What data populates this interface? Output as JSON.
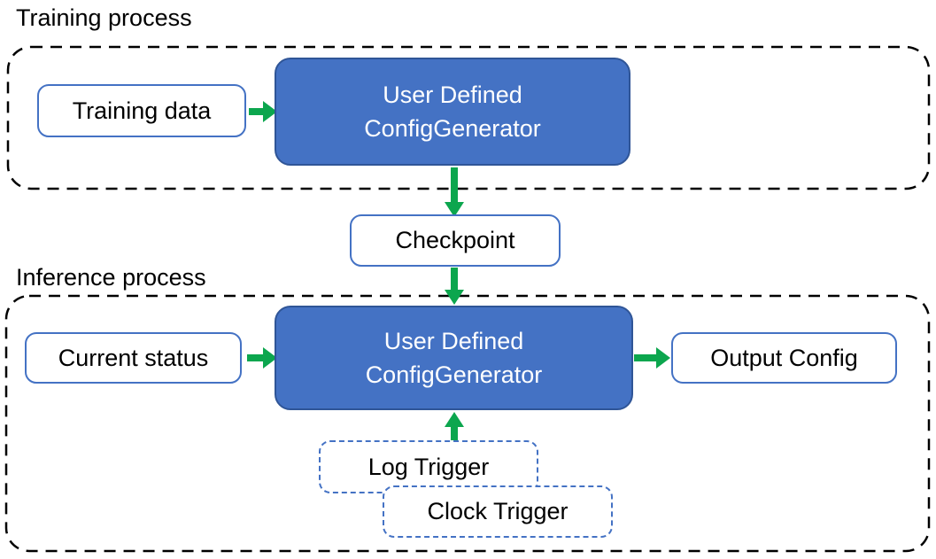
{
  "colors": {
    "generator_fill": "#4472C4",
    "generator_border": "#2F5597",
    "small_box_border": "#4472C4",
    "trigger_border": "#4472C4",
    "arrow_green": "#0CA64E",
    "container_border": "#000000",
    "text_dark": "#000000",
    "text_light": "#FFFFFF",
    "background": "#FFFFFF"
  },
  "training": {
    "section_label": "Training process",
    "input_box_label": "Training data",
    "generator_label_line1": "User Defined",
    "generator_label_line2": "ConfigGenerator"
  },
  "checkpoint_label": "Checkpoint",
  "inference": {
    "section_label": "Inference process",
    "input_box_label": "Current status",
    "generator_label_line1": "User Defined",
    "generator_label_line2": "ConfigGenerator",
    "output_box_label": "Output Config",
    "log_trigger_label": "Log Trigger",
    "clock_trigger_label": "Clock Trigger"
  }
}
